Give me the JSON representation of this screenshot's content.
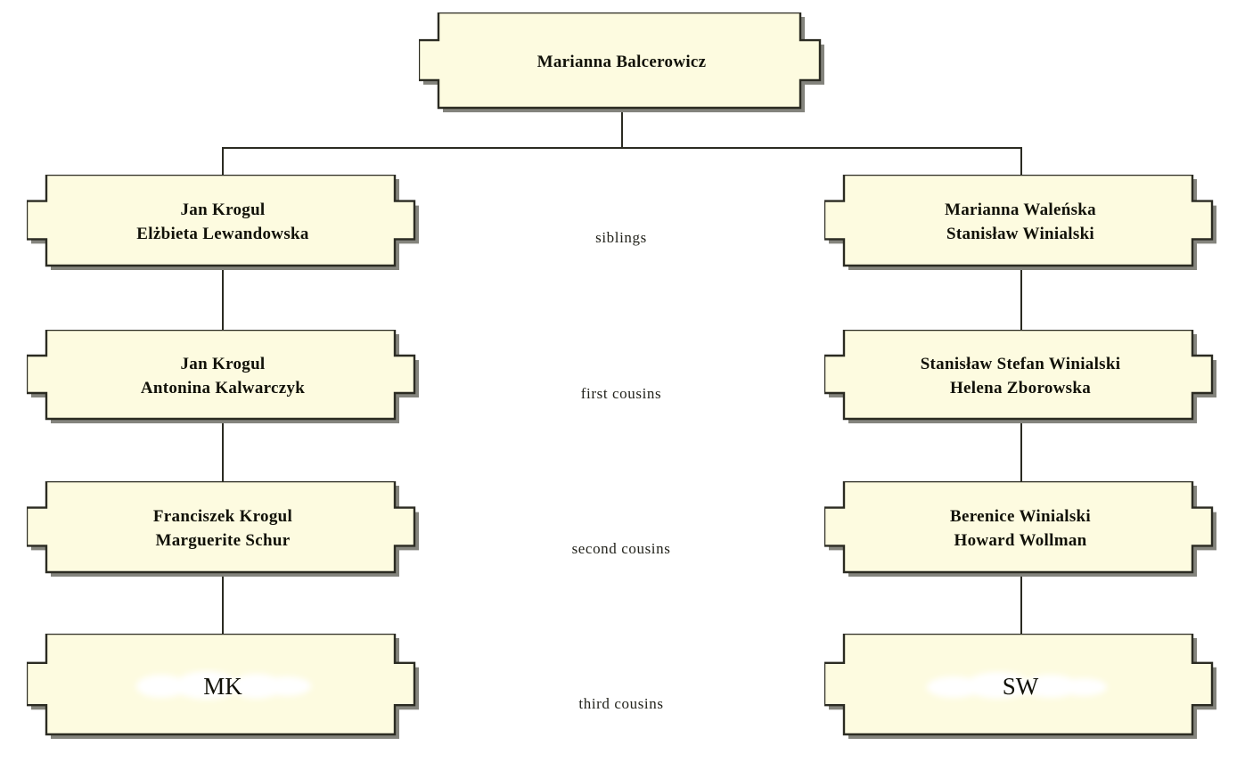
{
  "diagram": {
    "type": "family-relationship-chart",
    "title": "Marianna Balcerowicz descendant cousin chart",
    "colors": {
      "box_fill": "#FDFBE0",
      "box_border": "#2B2B22",
      "box_shadow": "#6E6E66",
      "line": "#2B2B22",
      "text": "#111108",
      "redaction": "#FFFFFF",
      "background": "#FFFFFF"
    },
    "root": {
      "id": "root",
      "lines": [
        "Marianna Balcerowicz"
      ],
      "redacted": false
    },
    "columns": [
      {
        "id": "left",
        "side": "left",
        "nodes": [
          {
            "id": "l1",
            "lines": [
              "Jan Krogul",
              "Elżbieta Lewandowska"
            ],
            "redacted": false
          },
          {
            "id": "l2",
            "lines": [
              "Jan Krogul",
              "Antonina Kalwarczyk"
            ],
            "redacted": false
          },
          {
            "id": "l3",
            "lines": [
              "Franciszek Krogul",
              "Marguerite Schur"
            ],
            "redacted": false
          },
          {
            "id": "l4",
            "lines": [
              "MK"
            ],
            "redacted": true
          }
        ]
      },
      {
        "id": "right",
        "side": "right",
        "nodes": [
          {
            "id": "r1",
            "lines": [
              "Marianna Waleńska",
              "Stanisław Winialski"
            ],
            "redacted": false
          },
          {
            "id": "r2",
            "lines": [
              "Stanisław Stefan Winialski",
              "Helena Zborowska"
            ],
            "redacted": false
          },
          {
            "id": "r3",
            "lines": [
              "Berenice Winialski",
              "Howard Wollman"
            ],
            "redacted": false
          },
          {
            "id": "r4",
            "lines": [
              "SW"
            ],
            "redacted": true
          }
        ]
      }
    ],
    "relationships": [
      {
        "id": "rel1",
        "label": "siblings"
      },
      {
        "id": "rel2",
        "label": "first cousins"
      },
      {
        "id": "rel3",
        "label": "second cousins"
      },
      {
        "id": "rel4",
        "label": "third cousins"
      }
    ]
  }
}
